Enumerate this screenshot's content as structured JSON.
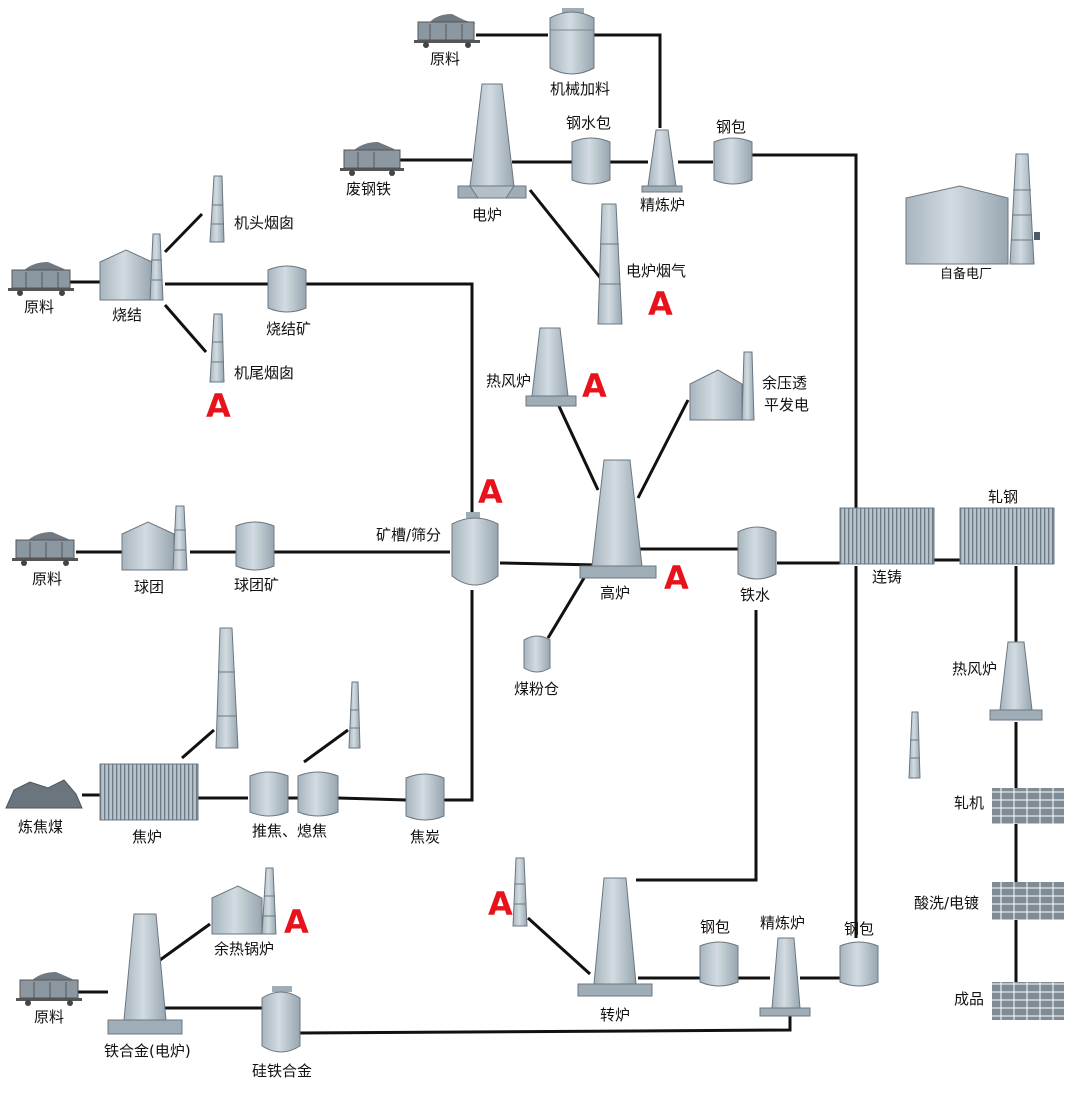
{
  "labels": {
    "raw_top": "原料",
    "mech_feed": "机械加料",
    "ladle_water": "钢水包",
    "ladle_top": "钢包",
    "scrap": "废钢铁",
    "eaf": "电炉",
    "refine_top": "精炼炉",
    "stack_head": "机头烟囱",
    "raw_sinter": "原料",
    "sinter": "烧结",
    "sinter_ore": "烧结矿",
    "stack_tail": "机尾烟囱",
    "eaf_flue": "电炉烟气",
    "hot_blast_top": "热风炉",
    "trt_1": "余压透",
    "trt_2": "平发电",
    "power_plant": "自备电厂",
    "bin": "矿槽/筛分",
    "raw_pellet": "原料",
    "pellet": "球团",
    "pellet_ore": "球团矿",
    "blast_furnace": "高炉",
    "hot_metal": "铁水",
    "caster": "连铸",
    "rolling": "轧钢",
    "coal_bin": "煤粉仓",
    "hot_blast_right": "热风炉",
    "coking_coal": "炼焦煤",
    "coke_oven": "焦炉",
    "push_quench": "推焦、熄焦",
    "coke": "焦炭",
    "mill": "轧机",
    "pickling": "酸洗/电镀",
    "waste_boiler": "余热锅炉",
    "refine_bottom": "精炼炉",
    "ladle_b1": "钢包",
    "ladle_b2": "钢包",
    "raw_bottom": "原料",
    "converter": "转炉",
    "product": "成品",
    "ferroalloy": "铁合金(电炉)",
    "ferrosilicon": "硅铁合金"
  },
  "marks": {
    "m_tail": "A",
    "m_eaf": "A",
    "m_hot_blast": "A",
    "m_bin": "A",
    "m_bf": "A",
    "m_boiler": "A",
    "m_converter": "A"
  }
}
